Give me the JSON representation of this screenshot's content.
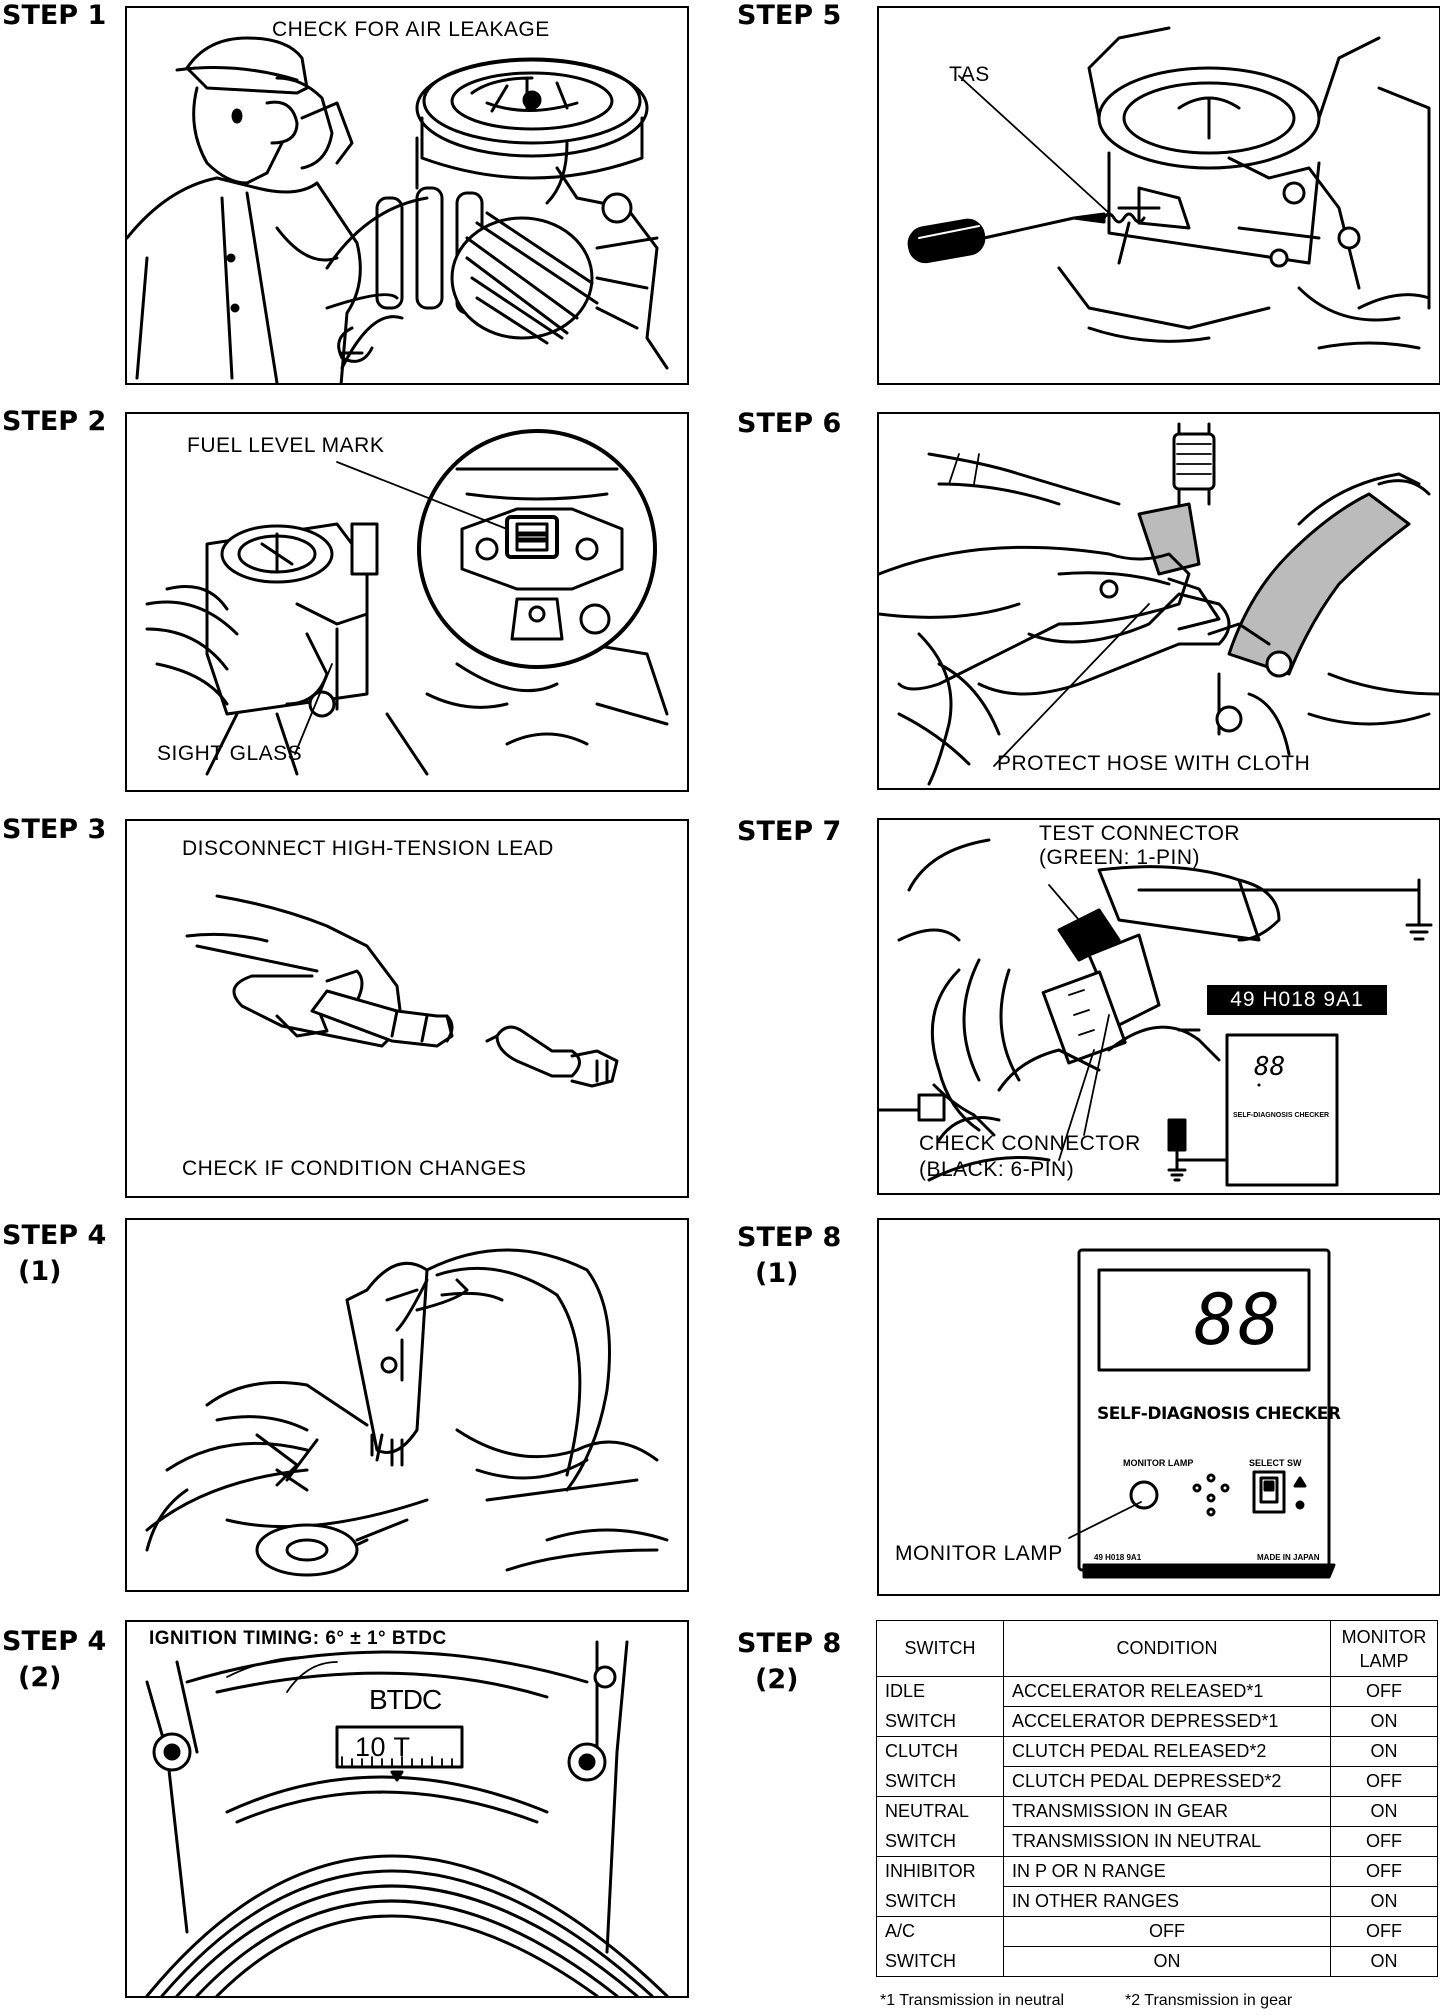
{
  "steps": {
    "s1": {
      "label": "STEP 1",
      "caption": "CHECK FOR AIR LEAKAGE"
    },
    "s2": {
      "label": "STEP 2",
      "cap1": "FUEL LEVEL MARK",
      "cap2": "SIGHT GLASS"
    },
    "s3": {
      "label": "STEP 3",
      "cap1": "DISCONNECT HIGH-TENSION LEAD",
      "cap2": "CHECK IF CONDITION CHANGES"
    },
    "s4a": {
      "label": "STEP 4",
      "sub": "(1)"
    },
    "s4b": {
      "label": "STEP 4",
      "sub": "(2)",
      "caption": "IGNITION TIMING: 6° ± 1° BTDC",
      "btdc": "BTDC",
      "scale": "10  T"
    },
    "s5": {
      "label": "STEP 5",
      "caption": "TAS"
    },
    "s6": {
      "label": "STEP 6",
      "caption": "PROTECT HOSE WITH CLOTH"
    },
    "s7": {
      "label": "STEP 7",
      "cap1": "TEST CONNECTOR",
      "cap2": "(GREEN: 1-PIN)",
      "part": "49 H018 9A1",
      "cap3": "CHECK CONNECTOR",
      "cap4": "(BLACK: 6-PIN)",
      "mini_display": "88",
      "mini_title": "SELF-DIAGNOSIS CHECKER"
    },
    "s8a": {
      "label": "STEP 8",
      "sub": "(1)",
      "display": "88",
      "title": "SELF-DIAGNOSIS CHECKER",
      "monitor": "MONITOR LAMP",
      "select": "SELECT SW",
      "part": "49 H018 9A1",
      "made": "MADE IN JAPAN",
      "caption": "MONITOR LAMP"
    },
    "s8b": {
      "label": "STEP 8",
      "sub": "(2)"
    }
  },
  "table": {
    "headers": [
      "SWITCH",
      "CONDITION",
      "MONITOR LAMP"
    ],
    "rows": [
      {
        "sw1": "IDLE",
        "sw2": "SWITCH",
        "c1": "ACCELERATOR RELEASED*1",
        "l1": "OFF",
        "c2": "ACCELERATOR DEPRESSED*1",
        "l2": "ON"
      },
      {
        "sw1": "CLUTCH",
        "sw2": "SWITCH",
        "c1": "CLUTCH PEDAL RELEASED*2",
        "l1": "ON",
        "c2": "CLUTCH PEDAL DEPRESSED*2",
        "l2": "OFF"
      },
      {
        "sw1": "NEUTRAL",
        "sw2": "SWITCH",
        "c1": "TRANSMISSION IN GEAR",
        "l1": "ON",
        "c2": "TRANSMISSION IN NEUTRAL",
        "l2": "OFF"
      },
      {
        "sw1": "INHIBITOR",
        "sw2": "SWITCH",
        "c1": "IN P OR N RANGE",
        "l1": "OFF",
        "c2": "IN OTHER RANGES",
        "l2": "ON"
      },
      {
        "sw1": "A/C",
        "sw2": "SWITCH",
        "c1": "OFF",
        "l1": "OFF",
        "c2": "ON",
        "l2": "ON"
      }
    ],
    "footnote1": "*1 Transmission in neutral",
    "footnote2": "*2 Transmission in gear"
  }
}
